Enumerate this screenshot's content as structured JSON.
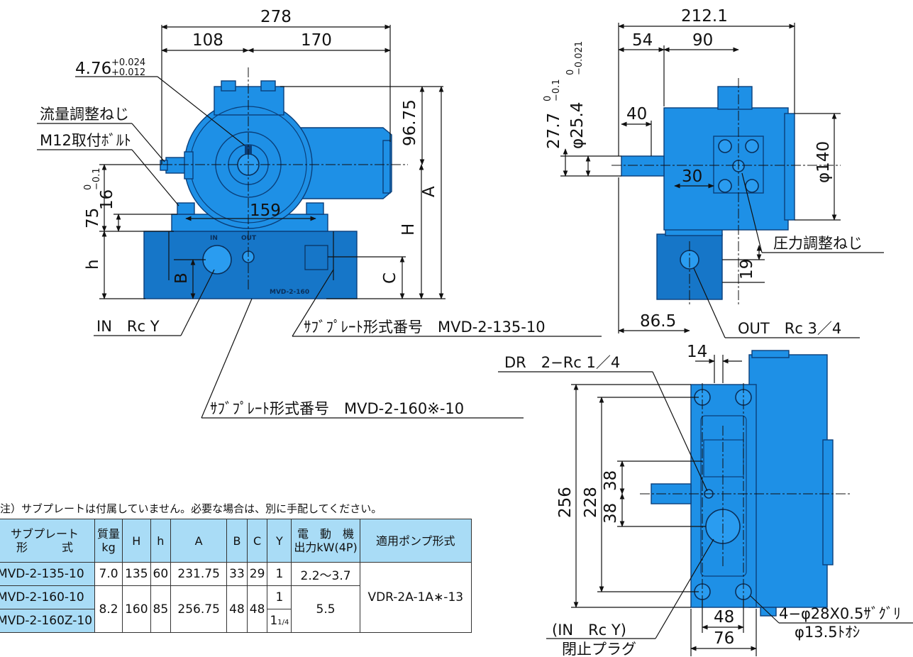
{
  "front_view": {
    "dims": {
      "overall_width": "278",
      "left_width": "108",
      "right_width": "170",
      "key_width": "4.76",
      "key_tol_upper": "+0.024",
      "key_tol_lower": "+0.012",
      "shaft_height": "96.75",
      "base_width": "159",
      "dim_16": "16",
      "dim_75": "75",
      "dim_75_tol": "−0.1",
      "dim_75_tol_zero": "0",
      "dim_A": "A",
      "dim_H": "H",
      "dim_h": "h",
      "dim_B": "B",
      "dim_C": "C"
    },
    "labels": {
      "flow_adjust_screw": "流量調整ねじ",
      "mount_bolt": "M12取付ﾎﾞﾙﾄ",
      "in_port": "IN　Rc Y",
      "subplate_model_1": "ｻﾌﾞﾌﾟﾚｰﾄ形式番号　MVD-2-135-10",
      "subplate_model_2": "ｻﾌﾞﾌﾟﾚｰﾄ形式番号　MVD-2-160※-10"
    },
    "stamps": {
      "in_mark": "IN",
      "out_mark": "OUT",
      "plate_mark": "MVD-2-160"
    }
  },
  "side_view": {
    "dims": {
      "overall_width": "212.1",
      "dim_54": "54",
      "dim_90": "90",
      "dim_40": "40",
      "dim_30": "30",
      "dim_27_7": "27.7",
      "dim_27_7_tol": "−0.1",
      "dim_27_7_tol_zero": "0",
      "dim_25_4": "φ25.4",
      "dim_25_4_tol": "−0.021",
      "dim_25_4_tol_zero": "0",
      "dim_140": "φ140",
      "dim_19": "19",
      "dim_86_5": "86.5"
    },
    "labels": {
      "pressure_adjust_screw": "圧力調整ねじ",
      "out_port": "OUT　Rc 3／4"
    }
  },
  "bottom_view": {
    "dims": {
      "dim_14": "14",
      "dim_256": "256",
      "dim_228": "228",
      "dim_38_upper": "38",
      "dim_38_lower": "38",
      "dim_48": "48",
      "dim_76": "76"
    },
    "labels": {
      "drain_port": "DR　2−Rc 1／4",
      "counterbore": "4−φ28X0.5ｻﾞｸﾞﾘ",
      "through_hole": "φ13.5ﾄｵｼ",
      "plug_port": "(IN　Rc Y)",
      "plug_name": "閉止プラグ"
    }
  },
  "note": "注）サブプレートは付属していません。必要な場合は、別に手配してください。",
  "spec_table": {
    "headers": {
      "subplate_line1": "サブプレート",
      "subplate_line2": "形　　　式",
      "mass_line1": "質量",
      "mass_line2": "kg",
      "H": "H",
      "h": "h",
      "A": "A",
      "B": "B",
      "C": "C",
      "Y": "Y",
      "motor_line1": "電　動　機",
      "motor_line2": "出力kW(4P)",
      "pump": "適用ポンプ形式"
    },
    "rows": [
      {
        "model": "MVD-2-135-10",
        "mass": "7.0",
        "H": "135",
        "h": "60",
        "A": "231.75",
        "B": "33",
        "C": "29",
        "Y": "1",
        "motor": "2.2〜3.7"
      },
      {
        "model": "MVD-2-160-10",
        "Y": "1"
      },
      {
        "model": "MVD-2-160Z-10",
        "Y_whole": "1",
        "Y_frac": "1/4"
      }
    ],
    "shared_160": {
      "mass": "8.2",
      "H": "160",
      "h": "85",
      "A": "256.75",
      "B": "48",
      "C": "48",
      "motor": "5.5"
    },
    "pump_model": "VDR-2A-1A∗-13"
  },
  "colors": {
    "pump_body": "#1e90e6",
    "outline": "#0a3f7a",
    "table_header": "#a9dcf6"
  }
}
